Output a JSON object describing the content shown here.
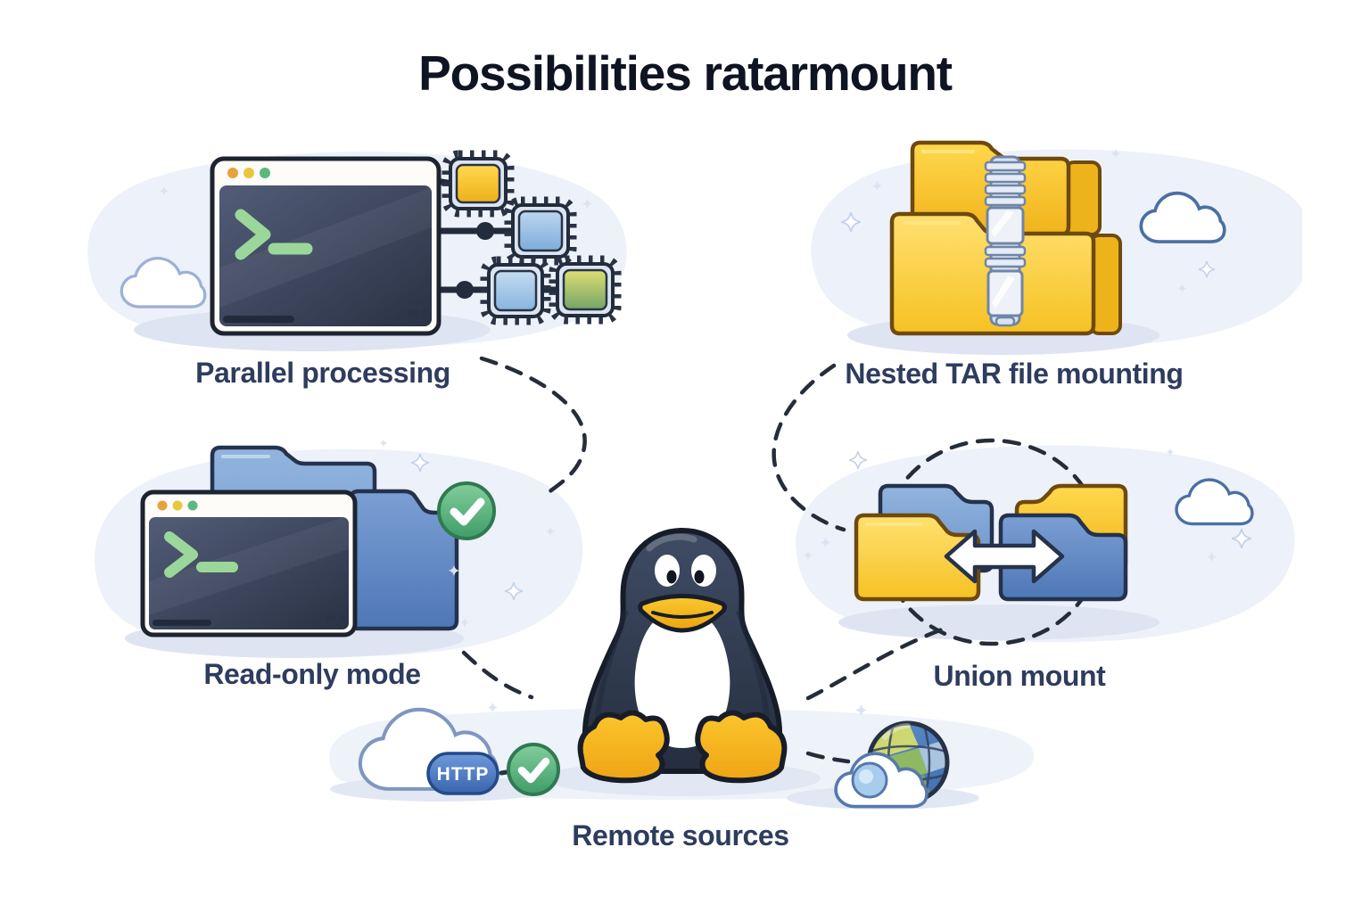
{
  "title": "Possibilities ratarmount",
  "features": {
    "parallel": {
      "label": "Parallel processing"
    },
    "nested": {
      "label": "Nested TAR file mounting"
    },
    "readonly": {
      "label": "Read-only mode"
    },
    "union": {
      "label": "Union mount"
    },
    "remote": {
      "label": "Remote sources"
    }
  },
  "badges": {
    "http": "HTTP"
  },
  "terminal": {
    "prompt": ">_"
  },
  "icons": [
    "terminal-window-icon",
    "terminal-prompt-icon",
    "cpu-chip-icon",
    "cloud-icon",
    "folder-icon",
    "zipper-icon",
    "check-circle-icon",
    "double-arrow-icon",
    "tux-penguin-icon",
    "globe-icon",
    "http-badge",
    "sparkle-icon"
  ],
  "colors": {
    "background": "#ffffff",
    "title_text": "#0e1422",
    "label_text": "#2e3c5e",
    "blob": "#edf1f9",
    "shadow": "#dfe4f2",
    "terminal_body": "#323b4f",
    "terminal_outline": "#1d2430",
    "prompt_green": "#9bd79b",
    "dot_orange": "#e6a23e",
    "dot_yellow": "#e8c73d",
    "dot_green": "#5bb87d",
    "folder_yellow": "#f7c325",
    "folder_blue": "#6289c6",
    "check_green": "#52ab74",
    "http_pill_blue": "#4f7ec6",
    "connector": "#262d3a",
    "cloud_outline": "#4a6fa5"
  }
}
